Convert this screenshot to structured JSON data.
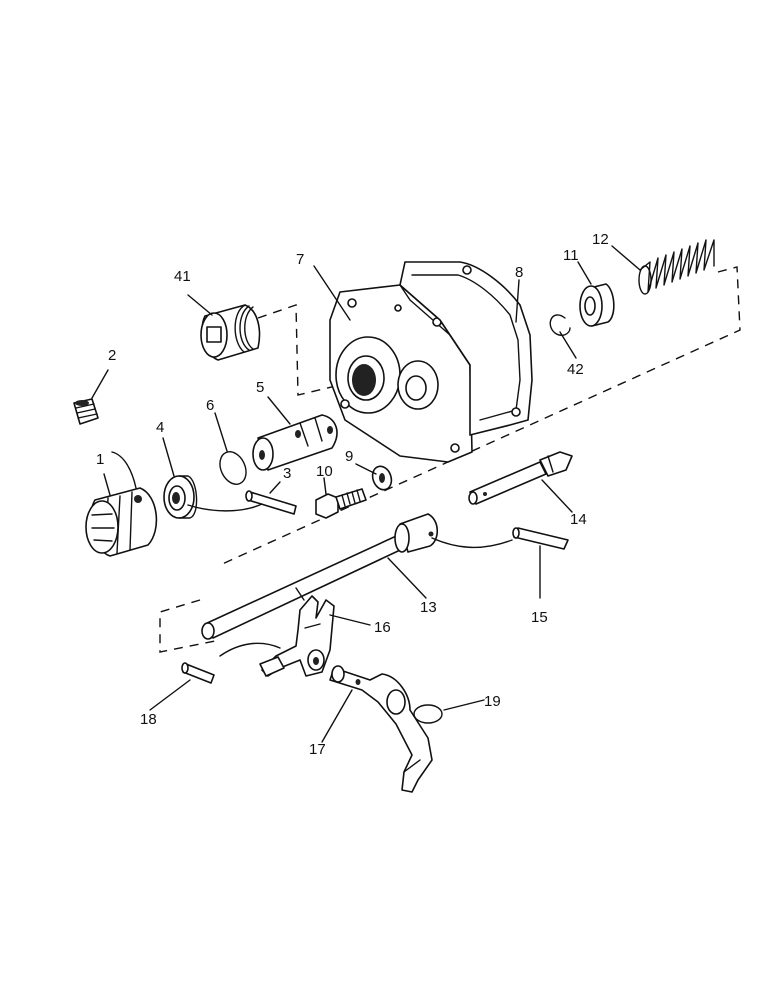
{
  "callouts": [
    {
      "id": "c1",
      "label": "1"
    },
    {
      "id": "c2",
      "label": "2"
    },
    {
      "id": "c3",
      "label": "3"
    },
    {
      "id": "c4",
      "label": "4"
    },
    {
      "id": "c5",
      "label": "5"
    },
    {
      "id": "c6",
      "label": "6"
    },
    {
      "id": "c7",
      "label": "7"
    },
    {
      "id": "c8",
      "label": "8"
    },
    {
      "id": "c9",
      "label": "9"
    },
    {
      "id": "c10",
      "label": "10"
    },
    {
      "id": "c11",
      "label": "11"
    },
    {
      "id": "c12",
      "label": "12"
    },
    {
      "id": "c13",
      "label": "13"
    },
    {
      "id": "c14",
      "label": "14"
    },
    {
      "id": "c15",
      "label": "15"
    },
    {
      "id": "c16",
      "label": "16"
    },
    {
      "id": "c17",
      "label": "17"
    },
    {
      "id": "c18",
      "label": "18"
    },
    {
      "id": "c19",
      "label": "19"
    },
    {
      "id": "c41",
      "label": "41"
    },
    {
      "id": "c42",
      "label": "42"
    }
  ]
}
